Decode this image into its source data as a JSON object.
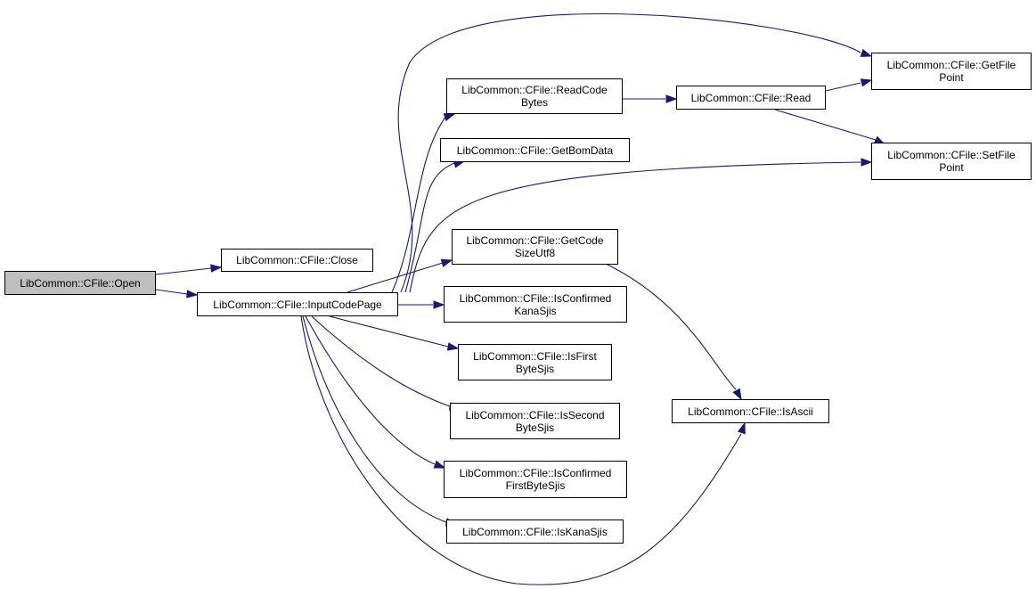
{
  "colors": {
    "edge": "#191970",
    "node_border": "#000000",
    "root_fill": "#bfbfbf",
    "node_fill": "#ffffff"
  },
  "nodes": {
    "open": {
      "line1": "LibCommon::CFile::Open",
      "line2": ""
    },
    "close": {
      "line1": "LibCommon::CFile::Close",
      "line2": ""
    },
    "input_code_page": {
      "line1": "LibCommon::CFile::InputCodePage",
      "line2": ""
    },
    "read_code_bytes": {
      "line1": "LibCommon::CFile::ReadCode",
      "line2": "Bytes"
    },
    "get_bom_data": {
      "line1": "LibCommon::CFile::GetBomData",
      "line2": ""
    },
    "get_code_size_utf8": {
      "line1": "LibCommon::CFile::GetCode",
      "line2": "SizeUtf8"
    },
    "is_confirmed_kana_sjis": {
      "line1": "LibCommon::CFile::IsConfirmed",
      "line2": "KanaSjis"
    },
    "is_first_byte_sjis": {
      "line1": "LibCommon::CFile::IsFirst",
      "line2": "ByteSjis"
    },
    "is_second_byte_sjis": {
      "line1": "LibCommon::CFile::IsSecond",
      "line2": "ByteSjis"
    },
    "is_confirmed_first_byte_sjis": {
      "line1": "LibCommon::CFile::IsConfirmed",
      "line2": "FirstByteSjis"
    },
    "is_kana_sjis": {
      "line1": "LibCommon::CFile::IsKanaSjis",
      "line2": ""
    },
    "read": {
      "line1": "LibCommon::CFile::Read",
      "line2": ""
    },
    "is_ascii": {
      "line1": "LibCommon::CFile::IsAscii",
      "line2": ""
    },
    "get_file_point": {
      "line1": "LibCommon::CFile::GetFile",
      "line2": "Point"
    },
    "set_file_point": {
      "line1": "LibCommon::CFile::SetFile",
      "line2": "Point"
    }
  }
}
